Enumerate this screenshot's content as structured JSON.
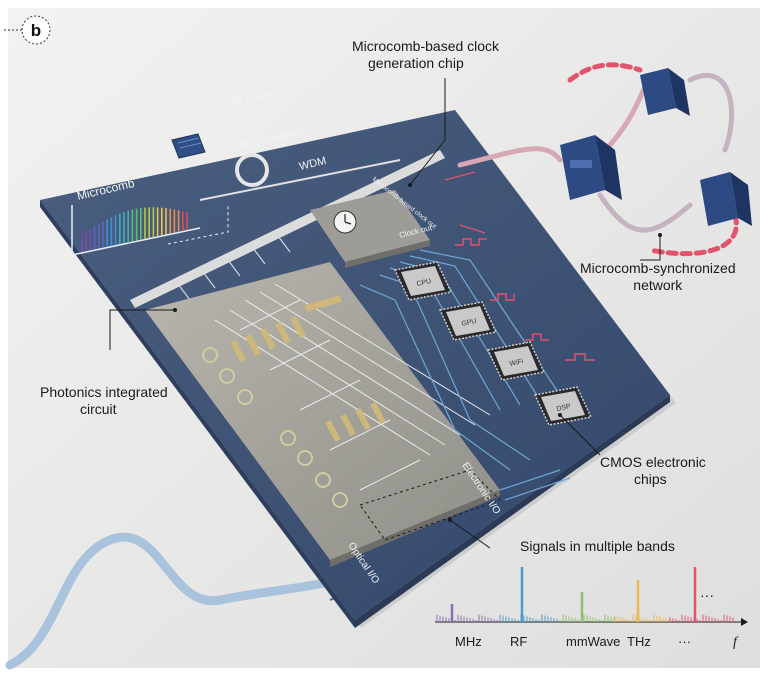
{
  "panel_label": "b",
  "callouts": {
    "clock_chip_l1": "Microcomb-based clock",
    "clock_chip_l2": "generation chip",
    "network_l1": "Microcomb-synchronized",
    "network_l2": "network",
    "pic_l1": "Photonics integrated",
    "pic_l2": "circuit",
    "cmos_l1": "CMOS electronic",
    "cmos_l2": "chips",
    "signals": "Signals in multiple bands"
  },
  "chip_labels": {
    "dfb": "DFB Laser",
    "microresonator": "Microresonator",
    "wdm": "WDM",
    "microcomb": "Microcomb",
    "clock_out": "Clock out",
    "clock_chip": "Microcomb-based clock out",
    "electronic_io": "Electronic I/O",
    "optical_io": "Optical I/O",
    "cpu": "CPU",
    "gpu": "GPU",
    "wifi": "WiFi",
    "dsp": "DSP"
  },
  "spectrum": {
    "bands": [
      "MHz",
      "RF",
      "mmWave",
      "THz",
      "···"
    ],
    "axis_label": "f",
    "ellipsis": "···",
    "colors": [
      "#8a6fb0",
      "#4a9cc9",
      "#8fbf6a",
      "#f0b84a",
      "#e2546c"
    ]
  }
}
